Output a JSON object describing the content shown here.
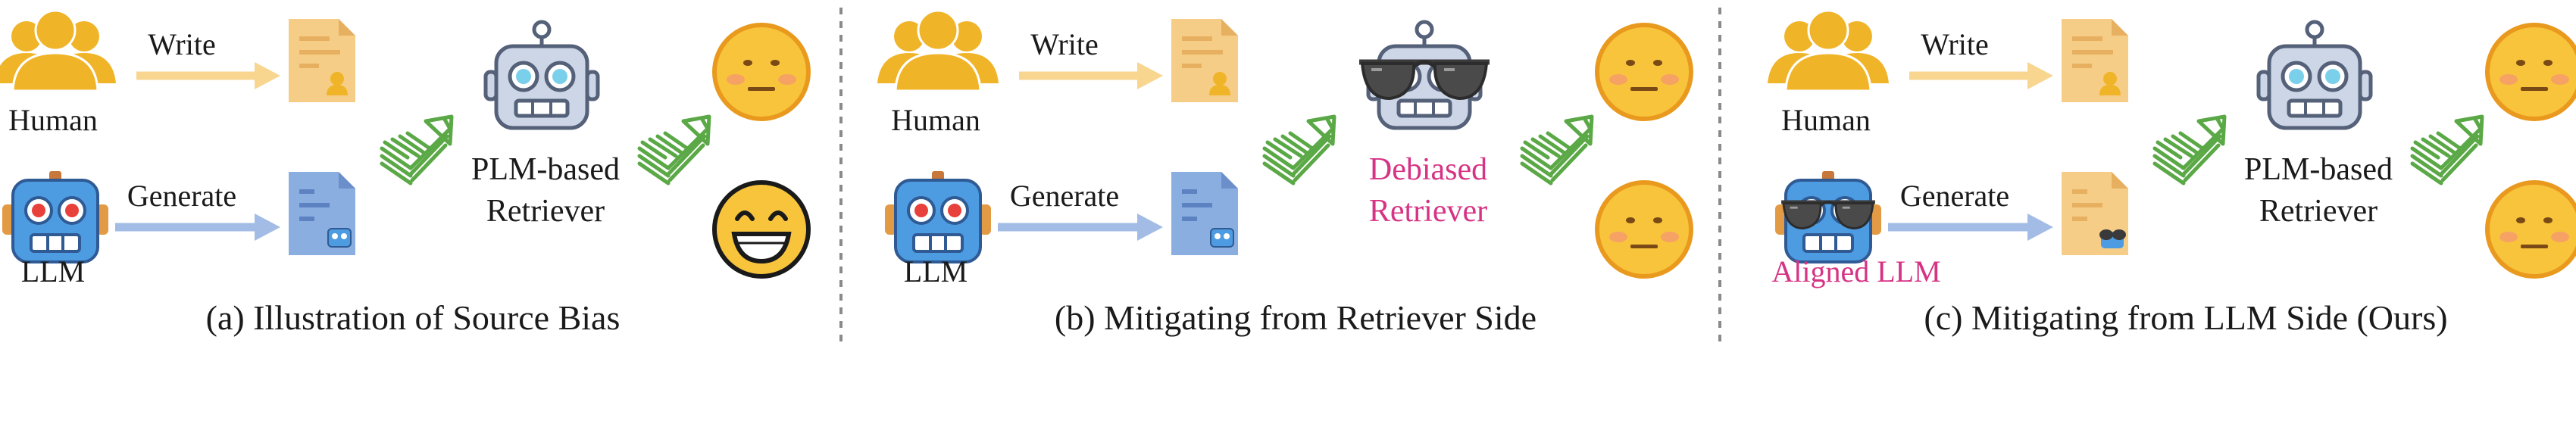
{
  "colors": {
    "human": "#f0b428",
    "doc_human": "#f6cd86",
    "doc_llm": "#8aaee0",
    "arrow_human": "#f8d690",
    "arrow_llm": "#a2bce6",
    "robot_body": "#ccd6e6",
    "llm_face": "#4d9be0",
    "emoji": "#f8c43c",
    "green": "#5aa846",
    "highlight": "#d63384",
    "divider": "#8a8a8a",
    "text": "#1a1a1a"
  },
  "panels": [
    {
      "caption": "(a) Illustration of Source Bias",
      "human_label": "Human",
      "llm_label": "LLM",
      "write_label": "Write",
      "generate_label": "Generate",
      "retriever_label_line1": "PLM-based",
      "retriever_label_line2": "Retriever",
      "retriever_icon": "robot-icon",
      "llm_icon": "llm-robot-icon",
      "outcomes": [
        "neutral-face-icon",
        "grinning-face-icon"
      ]
    },
    {
      "caption": "(b) Mitigating from Retriever Side",
      "human_label": "Human",
      "llm_label": "LLM",
      "write_label": "Write",
      "generate_label": "Generate",
      "retriever_label_line1": "Debiased",
      "retriever_label_line2": "Retriever",
      "retriever_icon": "robot-with-sunglasses-icon",
      "llm_icon": "llm-robot-icon",
      "outcomes": [
        "neutral-face-icon",
        "neutral-face-icon"
      ]
    },
    {
      "caption": "(c) Mitigating from LLM Side (Ours)",
      "human_label": "Human",
      "llm_label": "Aligned LLM",
      "write_label": "Write",
      "generate_label": "Generate",
      "retriever_label_line1": "PLM-based",
      "retriever_label_line2": "Retriever",
      "retriever_icon": "robot-icon",
      "llm_icon": "llm-robot-with-sunglasses-icon",
      "outcomes": [
        "neutral-face-icon",
        "neutral-face-icon"
      ]
    }
  ]
}
